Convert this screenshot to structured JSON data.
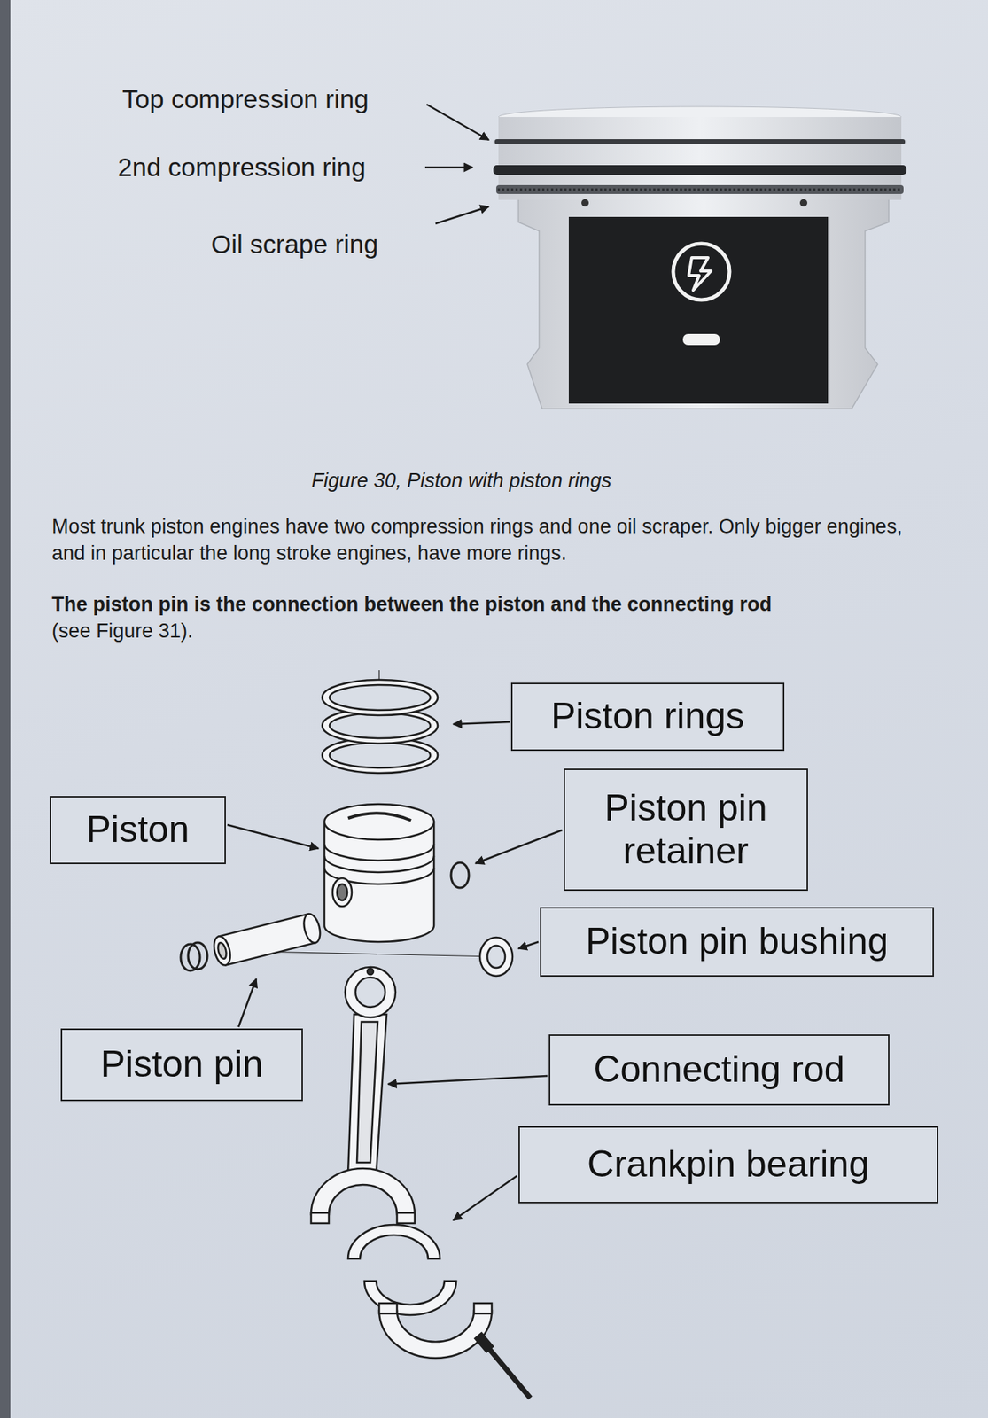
{
  "diagram": {
    "caption": "Figure 30, Piston with piston rings",
    "nodes": [
      {
        "text": [
          "Piston rings"
        ]
      },
      {
        "text": [
          "Piston"
        ]
      },
      {
        "text": [
          "Piston pin retainer"
        ]
      },
      {
        "text": [
          "Piston pin bushing"
        ]
      },
      {
        "text": [
          "Piston pin"
        ]
      },
      {
        "text": [
          "Connecting rod"
        ]
      },
      {
        "text": [
          "Crankpin bearing"
        ]
      }
    ],
    "labels": [
      "Top compression ring",
      "2nd compression ring",
      "Oil scrape ring",
      "Most trunk piston engines have two compression rings and one oil scraper. Only bigger engines, and in particular the long stroke engines, have more rings.",
      "The piston pin is the connection between the piston and the connecting rod",
      "(see Figure 31)."
    ]
  }
}
